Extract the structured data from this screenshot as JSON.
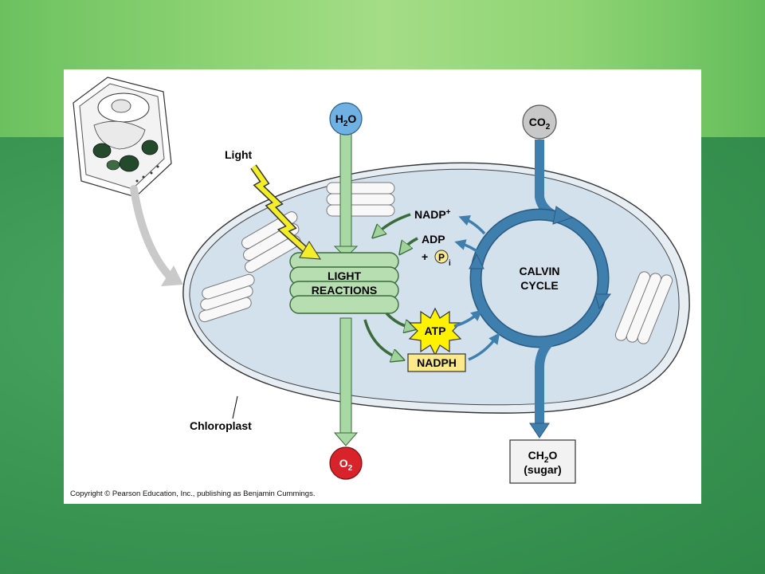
{
  "labels": {
    "water": "H2O",
    "carbon_dioxide": "CO2",
    "oxygen": "O2",
    "light": "Light",
    "light_reactions_line1": "LIGHT",
    "light_reactions_line2": "REACTIONS",
    "calvin_line1": "CALVIN",
    "calvin_line2": "CYCLE",
    "nadp_plus": "NADP+",
    "adp": "ADP",
    "plus_pi": "+ P",
    "pi_subscript": "i",
    "atp": "ATP",
    "nadph": "NADPH",
    "chloroplast": "Chloroplast",
    "sugar_line1": "CH2O",
    "sugar_line2": "(sugar)"
  },
  "copyright": "Copyright © Pearson Education, Inc., publishing as Benjamin Cummings.",
  "colors": {
    "water_circle": "#6fb1e3",
    "co2_circle": "#c8c8c8",
    "o2_circle": "#d8232a",
    "calvin_arrow": "#3f7fae",
    "light_reactions_green": "#b7deb1",
    "chloroplast_stroma": "#d3e1ec",
    "atp_burst": "#fff200",
    "nadph_box": "#fbe98a"
  }
}
